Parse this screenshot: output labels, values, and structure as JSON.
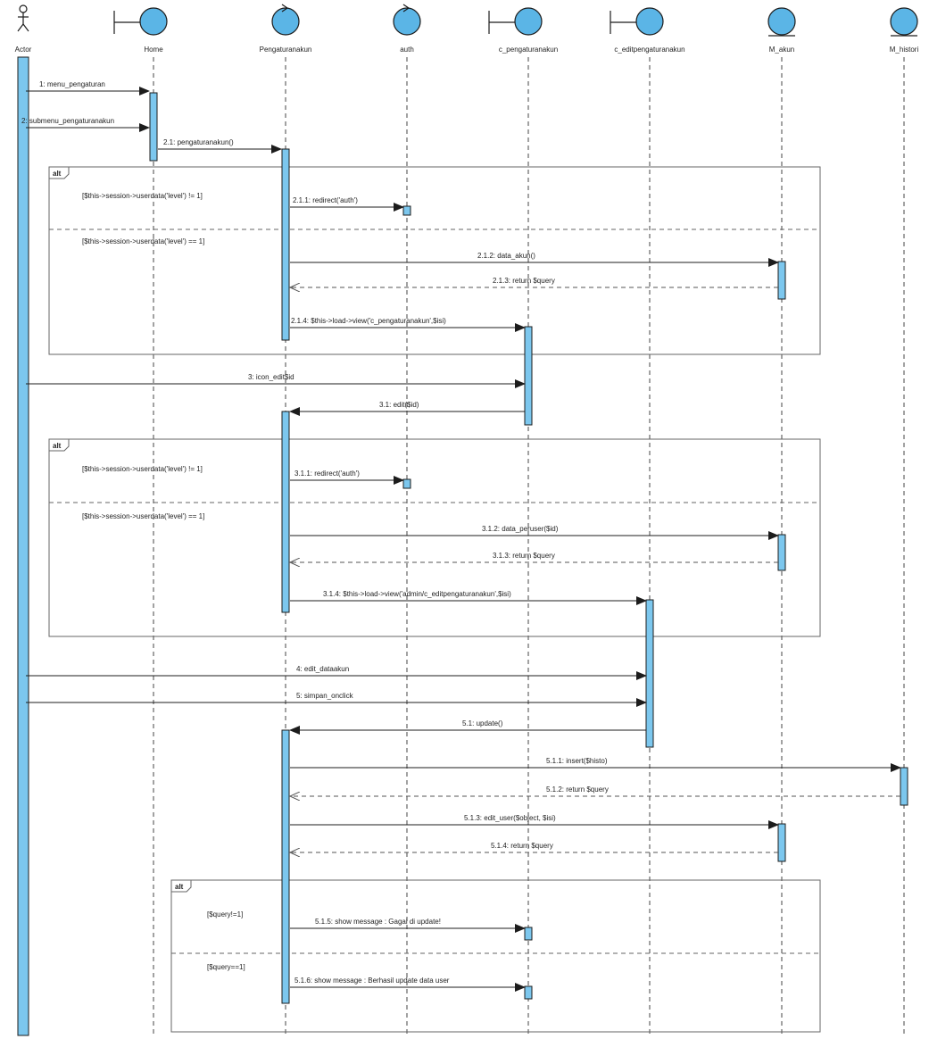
{
  "diagram": {
    "colors": {
      "fill": "#5bb5e6",
      "activation": "#7cc7ee",
      "stroke": "#1c1c1c",
      "lifeline": "#444444",
      "frame": "#666666",
      "return": "#555555"
    },
    "lifelines": [
      {
        "id": "actor",
        "label": "Actor",
        "kind": "actor"
      },
      {
        "id": "home",
        "label": "Home",
        "kind": "boundary"
      },
      {
        "id": "peng",
        "label": "Pengaturanakun",
        "kind": "control"
      },
      {
        "id": "auth",
        "label": "auth",
        "kind": "control"
      },
      {
        "id": "cpeng",
        "label": "c_pengaturanakun",
        "kind": "boundary"
      },
      {
        "id": "cedit",
        "label": "c_editpengaturanakun",
        "kind": "boundary"
      },
      {
        "id": "makun",
        "label": "M_akun",
        "kind": "entity"
      },
      {
        "id": "mhist",
        "label": "M_histori",
        "kind": "entity"
      }
    ],
    "messages": [
      {
        "label": "1: menu_pengaturan",
        "from": "actor",
        "to": "home",
        "type": "call"
      },
      {
        "label": "2: submenu_pengaturanakun",
        "from": "actor",
        "to": "home",
        "type": "call"
      },
      {
        "label": "2.1: pengaturanakun()",
        "from": "home",
        "to": "peng",
        "type": "call"
      },
      {
        "label": "2.1.1: redirect('auth')",
        "from": "peng",
        "to": "auth",
        "type": "call"
      },
      {
        "label": "2.1.2: data_akun()",
        "from": "peng",
        "to": "makun",
        "type": "call"
      },
      {
        "label": "2.1.3: return $query",
        "from": "makun",
        "to": "peng",
        "type": "return"
      },
      {
        "label": "2.1.4: $this->load->view('c_pengaturanakun',$isi)",
        "from": "peng",
        "to": "cpeng",
        "type": "call"
      },
      {
        "label": "3: icon_edit$id",
        "from": "actor",
        "to": "cpeng",
        "type": "call"
      },
      {
        "label": "3.1: edit($id)",
        "from": "cpeng",
        "to": "peng",
        "type": "call"
      },
      {
        "label": "3.1.1: redirect('auth')",
        "from": "peng",
        "to": "auth",
        "type": "call"
      },
      {
        "label": "3.1.2: data_peruser($id)",
        "from": "peng",
        "to": "makun",
        "type": "call"
      },
      {
        "label": "3.1.3: return $query",
        "from": "makun",
        "to": "peng",
        "type": "return"
      },
      {
        "label": "3.1.4: $this->load->view('admin/c_editpengaturanakun',$isi)",
        "from": "peng",
        "to": "cedit",
        "type": "call"
      },
      {
        "label": "4: edit_dataakun",
        "from": "actor",
        "to": "cedit",
        "type": "call"
      },
      {
        "label": "5: simpan_onclick",
        "from": "actor",
        "to": "cedit",
        "type": "call"
      },
      {
        "label": "5.1: update()",
        "from": "cedit",
        "to": "peng",
        "type": "call"
      },
      {
        "label": "5.1.1: insert($histo)",
        "from": "peng",
        "to": "mhist",
        "type": "call"
      },
      {
        "label": "5.1.2: return $query",
        "from": "mhist",
        "to": "peng",
        "type": "return"
      },
      {
        "label": "5.1.3: edit_user($object, $isi)",
        "from": "peng",
        "to": "makun",
        "type": "call"
      },
      {
        "label": "5.1.4: return $query",
        "from": "makun",
        "to": "peng",
        "type": "return"
      },
      {
        "label": "5.1.5: show message : Gagal di update!",
        "from": "peng",
        "to": "cpeng",
        "type": "call"
      },
      {
        "label": "5.1.6: show message : Berhasil update data user",
        "from": "peng",
        "to": "cpeng",
        "type": "call"
      }
    ],
    "fragments": [
      {
        "operator": "alt",
        "guards": [
          "[$this->session->userdata('level') != 1]",
          "[$this->session->userdata('level') == 1]"
        ]
      },
      {
        "operator": "alt",
        "guards": [
          "[$this->session->userdata('level') != 1]",
          "[$this->session->userdata('level') == 1]"
        ]
      },
      {
        "operator": "alt",
        "guards": [
          "[$query!=1]",
          "[$query==1]"
        ]
      }
    ]
  }
}
